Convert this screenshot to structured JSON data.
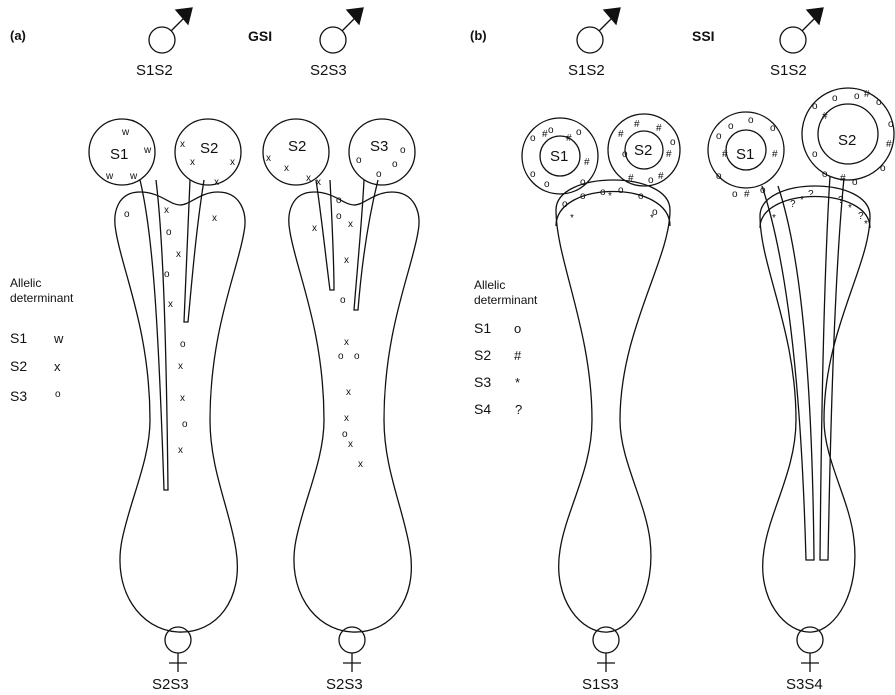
{
  "panels": [
    {
      "tag": "(a)",
      "title": "GSI",
      "legend": {
        "heading_line1": "Allelic",
        "heading_line2": "determinant",
        "rows": [
          {
            "allele": "S1",
            "symbol": "w"
          },
          {
            "allele": "S2",
            "symbol": "x"
          },
          {
            "allele": "S3",
            "symbol": "o"
          }
        ]
      },
      "crosses": [
        {
          "male_genotype": "S1S2",
          "pollen_grains": [
            "S1",
            "S2"
          ],
          "female_genotype": "S2S3"
        },
        {
          "male_genotype": "S2S3",
          "pollen_grains": [
            "S2",
            "S3"
          ],
          "female_genotype": "S2S3"
        }
      ]
    },
    {
      "tag": "(b)",
      "title": "SSI",
      "legend": {
        "heading_line1": "Allelic",
        "heading_line2": "determinant",
        "rows": [
          {
            "allele": "S1",
            "symbol": "o"
          },
          {
            "allele": "S2",
            "symbol": "#"
          },
          {
            "allele": "S3",
            "symbol": "*"
          },
          {
            "allele": "S4",
            "symbol": "?"
          }
        ]
      },
      "crosses": [
        {
          "male_genotype": "S1S2",
          "pollen_grains": [
            "S1",
            "S2"
          ],
          "female_genotype": "S1S3"
        },
        {
          "male_genotype": "S1S2",
          "pollen_grains": [
            "S1",
            "S2"
          ],
          "female_genotype": "S3S4"
        }
      ]
    }
  ],
  "symbols": {
    "male": "male-symbol",
    "female": "female-symbol"
  }
}
